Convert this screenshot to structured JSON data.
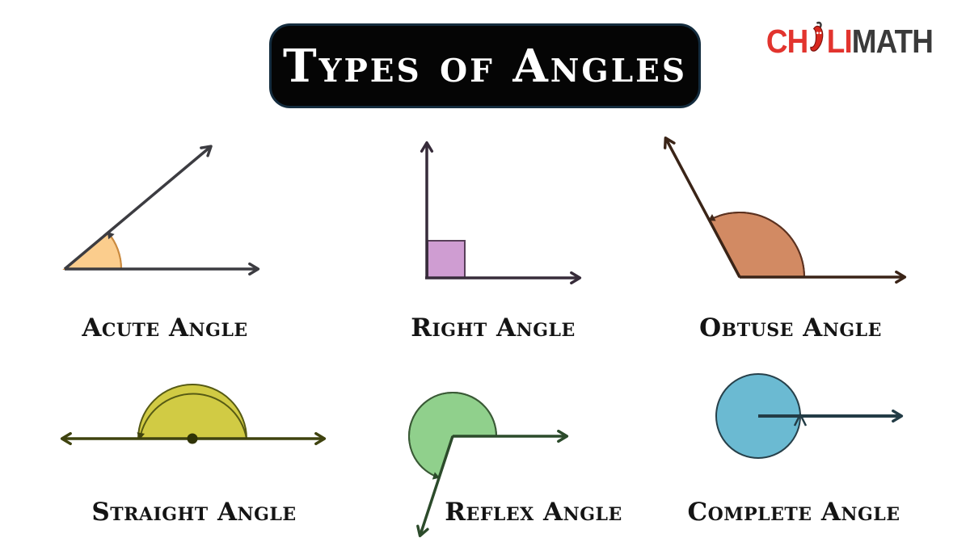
{
  "header": {
    "title": "Types of Angles",
    "title_bg": "#050505",
    "title_text_color": "#ffffff"
  },
  "logo": {
    "prefix": "CH",
    "mid": "LI",
    "suffix": "MATH",
    "accent_color": "#e2342e",
    "dark_color": "#3a3a3a",
    "icon": "chili-pepper-icon"
  },
  "angles": [
    {
      "key": "acute",
      "label": "Acute Angle",
      "fill": "#fbcd8d",
      "arc_color": "#ca8a3f",
      "line_color": "#3c3c41"
    },
    {
      "key": "right",
      "label": "Right Angle",
      "fill": "#cf9dd2",
      "arc_color": "#584059",
      "line_color": "#372c3a"
    },
    {
      "key": "obtuse",
      "label": "Obtuse Angle",
      "fill": "#d28a63",
      "arc_color": "#5c3220",
      "line_color": "#3a2417"
    },
    {
      "key": "straight",
      "label": "Straight Angle",
      "fill": "#d1cb44",
      "arc_color": "#565a14",
      "line_color": "#3f430f"
    },
    {
      "key": "reflex",
      "label": "Reflex Angle",
      "fill": "#90d08c",
      "arc_color": "#3a5a36",
      "line_color": "#2c4b2b"
    },
    {
      "key": "complete",
      "label": "Complete Angle",
      "fill": "#6bbad2",
      "arc_color": "#27404a",
      "line_color": "#233c46"
    }
  ],
  "label_text_color": "#141414"
}
